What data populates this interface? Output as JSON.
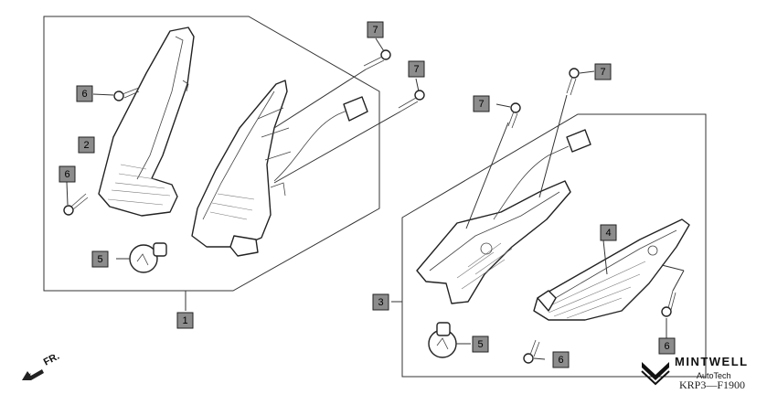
{
  "diagram": {
    "callouts": {
      "c1": "1",
      "c2": "2",
      "c3": "3",
      "c4": "4",
      "c5a": "5",
      "c5b": "5",
      "c6a": "6",
      "c6b": "6",
      "c6c": "6",
      "c6d": "6",
      "c7a": "7",
      "c7b": "7",
      "c7c": "7",
      "c7d": "7"
    },
    "direction_label": "FR.",
    "brand_name": "MINTWELL",
    "brand_sub": "AutoTech",
    "diagram_code": "KRP3—F1900"
  }
}
